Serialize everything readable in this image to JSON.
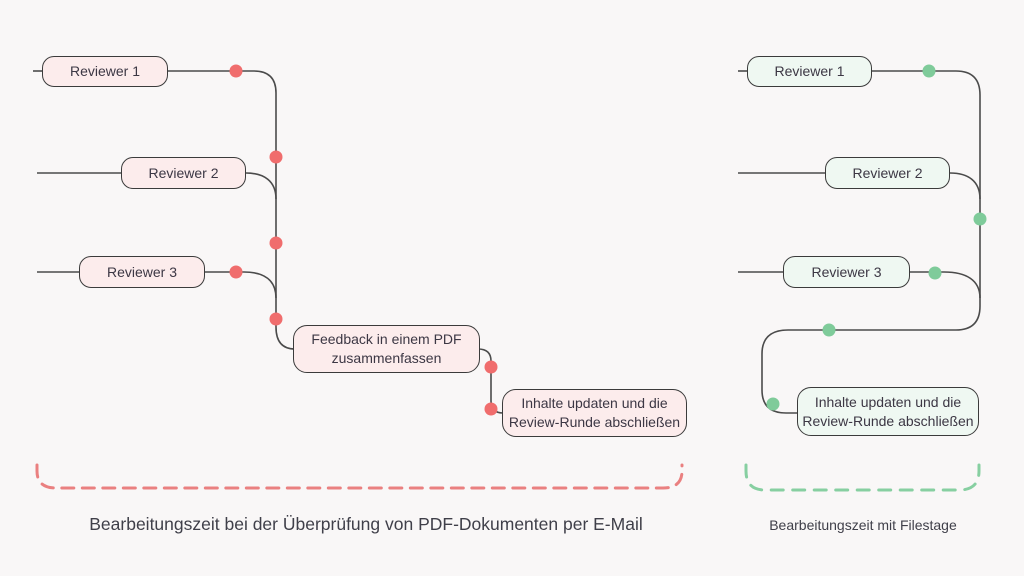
{
  "left": {
    "caption": "Bearbeitungszeit bei der Überprüfung von PDF-Dokumenten per E-Mail",
    "nodes": [
      {
        "label": "Reviewer 1"
      },
      {
        "label": "Reviewer 2"
      },
      {
        "label": "Reviewer 3"
      },
      {
        "label": "Feedback in einem PDF\nzusammenfassen"
      },
      {
        "label": "Inhalte updaten und die\nReview-Runde abschließen"
      }
    ],
    "dot_count": 7
  },
  "right": {
    "caption": "Bearbeitungszeit mit Filestage",
    "nodes": [
      {
        "label": "Reviewer 1"
      },
      {
        "label": "Reviewer 2"
      },
      {
        "label": "Reviewer 3"
      },
      {
        "label": "Inhalte updaten und die\nReview-Runde abschließen"
      }
    ],
    "dot_count": 5
  },
  "colors": {
    "bg": "#f9f7f7",
    "wire": "#4b4b4b",
    "node-border": "#3b3b3b",
    "node-text": "#3c3744",
    "pink-fill": "#fcecec",
    "mint-fill": "#eff8f2",
    "red-dot": "#f06d6d",
    "green-dot": "#7fcb9a",
    "red-brace": "#ea8080",
    "green-brace": "#87cfa1",
    "caption-text": "#3f3f49"
  }
}
